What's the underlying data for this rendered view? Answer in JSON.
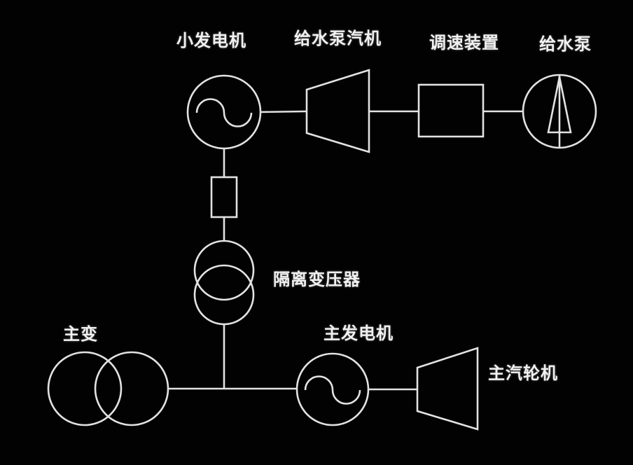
{
  "diagram": {
    "background_color": "#020202",
    "line_color": "#e2e2e2",
    "text_color": "#f1f1f1",
    "labels": {
      "small_generator": "小发电机",
      "feedwater_pump_turbine": "给水泵汽机",
      "governor_device": "调速装置",
      "feedwater_pump": "给水泵",
      "isolation_transformer": "隔离变压器",
      "main_transformer": "主变",
      "main_generator": "主发电机",
      "main_steam_turbine": "主汽轮机"
    },
    "components": [
      {
        "id": "small-generator",
        "label": "小发电机",
        "symbol": "circle-with-sine-wave"
      },
      {
        "id": "feedwater-pump-turbine",
        "label": "给水泵汽机",
        "symbol": "turbine-trapezoid-narrow-left"
      },
      {
        "id": "governor-device",
        "label": "调速装置",
        "symbol": "rectangle"
      },
      {
        "id": "feedwater-pump",
        "label": "给水泵",
        "symbol": "circle-with-vertical-axis-and-triangle"
      },
      {
        "id": "breaker",
        "label": "",
        "symbol": "small-vertical-rectangle"
      },
      {
        "id": "isolation-transformer",
        "label": "隔离变压器",
        "symbol": "two-overlapping-circles-vertical"
      },
      {
        "id": "main-transformer",
        "label": "主变",
        "symbol": "two-overlapping-circles-horizontal"
      },
      {
        "id": "main-generator",
        "label": "主发电机",
        "symbol": "circle-with-sine-wave"
      },
      {
        "id": "main-steam-turbine",
        "label": "主汽轮机",
        "symbol": "turbine-trapezoid-narrow-left"
      }
    ],
    "connections": [
      "small-generator — feedwater-pump-turbine",
      "feedwater-pump-turbine — governor-device",
      "governor-device — feedwater-pump",
      "small-generator — breaker — isolation-transformer",
      "isolation-transformer — bus",
      "main-transformer — bus — main-generator",
      "main-generator — main-steam-turbine"
    ]
  }
}
